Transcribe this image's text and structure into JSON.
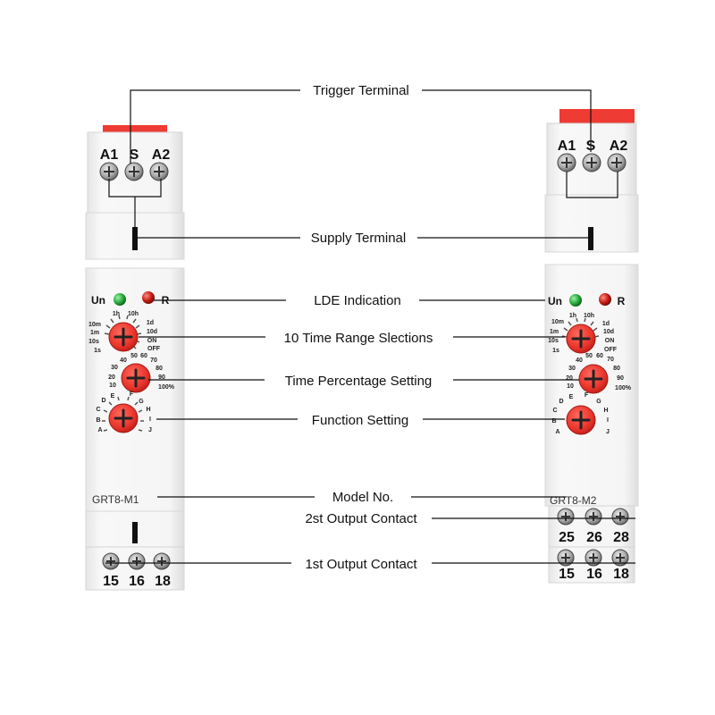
{
  "callouts": {
    "trigger": "Trigger Terminal",
    "supply": "Supply Terminal",
    "led": "LDE Indication",
    "range": "10 Time Range Slections",
    "percent": "Time Percentage Setting",
    "function": "Function Setting",
    "model": "Model No.",
    "output2": "2st Output Contact",
    "output1": "1st Output Contact"
  },
  "devices": [
    {
      "model": "GRT8-M1",
      "top_terminals": [
        "A1",
        "S",
        "A2"
      ],
      "bottom_terminals": [
        "15",
        "16",
        "18"
      ],
      "upper_output_terminals": [],
      "led_left": "Un",
      "led_right": "R",
      "range_labels_left": [
        "10m",
        "1h",
        "10h",
        "1m",
        "10s",
        "1s"
      ],
      "range_labels_right": [
        "1d",
        "10d",
        "ON",
        "OFF"
      ],
      "percent_labels": [
        "10",
        "20",
        "30",
        "40",
        "50",
        "60",
        "70",
        "80",
        "90",
        "100%"
      ],
      "function_labels": [
        "A",
        "B",
        "C",
        "D",
        "E",
        "F",
        "G",
        "H",
        "I",
        "J"
      ]
    },
    {
      "model": "GRT8-M2",
      "top_terminals": [
        "A1",
        "S",
        "A2"
      ],
      "bottom_terminals": [
        "15",
        "16",
        "18"
      ],
      "upper_output_terminals": [
        "25",
        "26",
        "28"
      ],
      "led_left": "Un",
      "led_right": "R",
      "range_labels_left": [
        "10m",
        "1h",
        "10h",
        "1m",
        "10s",
        "1s"
      ],
      "range_labels_right": [
        "1d",
        "10d",
        "ON",
        "OFF"
      ],
      "percent_labels": [
        "10",
        "20",
        "30",
        "40",
        "50",
        "60",
        "70",
        "80",
        "90",
        "100%"
      ],
      "function_labels": [
        "A",
        "B",
        "C",
        "D",
        "E",
        "F",
        "G",
        "H",
        "I",
        "J"
      ]
    }
  ],
  "colors": {
    "tab_red": "#ee3b33",
    "dial_red": "#e8322a",
    "led_green": "#27a83a",
    "led_red": "#c41a12",
    "housing": "#f4f4f4"
  }
}
